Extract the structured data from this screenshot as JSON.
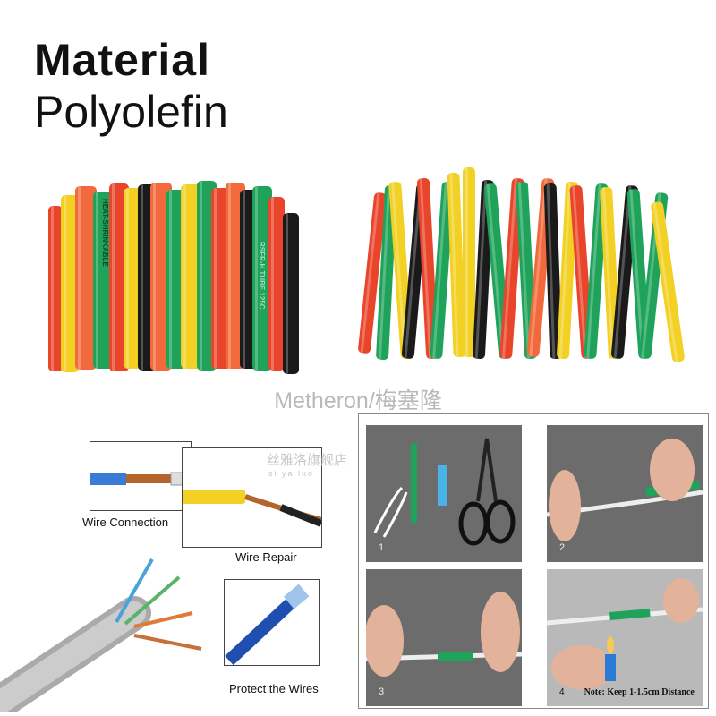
{
  "title": {
    "line1": "Material",
    "line2": "Polyolefin"
  },
  "watermark": "Metheron/梅塞隆",
  "brand": {
    "name": "丝雅洛旗舰店",
    "sub": "si ya luo"
  },
  "tube_print": {
    "a": "HEAT-SHRINKABLE",
    "b": "RSFR-H TUBE 125C"
  },
  "diagram": {
    "captions": [
      "Wire Connection",
      "Wire Repair",
      "Protect the Wires"
    ]
  },
  "steps": {
    "numbers": [
      "1",
      "2",
      "3",
      "4"
    ],
    "note": "Note: Keep 1-1.5cm Distance"
  },
  "colors": {
    "red": "#e8452b",
    "orange": "#f26a3b",
    "yellow": "#f2d024",
    "green": "#1fa35a",
    "black": "#1a1a1a"
  }
}
